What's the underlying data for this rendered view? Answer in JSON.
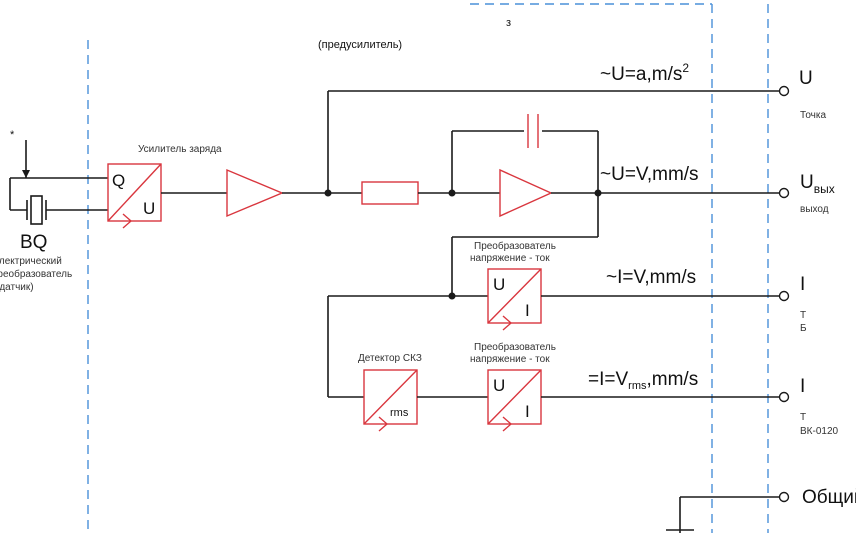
{
  "header": {
    "fragment": "(предусилитель)"
  },
  "sensor": {
    "id": "BQ",
    "desc": [
      "электрический",
      "преобразователь",
      "(датчик)"
    ],
    "asterisk": "*"
  },
  "charge_amp": {
    "label": "Усилитель заряда",
    "in": "Q",
    "out": "U"
  },
  "outputs": {
    "accel": "~U=a,m/s",
    "accel_sup": "2",
    "velocity": "~U=V,mm/s",
    "current": "~I=V,mm/s",
    "rms_prefix": "=I=V",
    "rms_sub": "rms",
    "rms_suffix": ",mm/s"
  },
  "converter1": {
    "label": [
      "Преобразователь",
      "напряжение - ток"
    ],
    "in": "U",
    "out": "I"
  },
  "converter2": {
    "label": [
      "Преобразователь",
      "напряжение - ток"
    ],
    "in": "U",
    "out": "I"
  },
  "rms_detector": {
    "label": "Детектор СКЗ",
    "text": "rms"
  },
  "right_terminals": {
    "accel": "U",
    "velocity_main": "U",
    "velocity_sub": "вых",
    "current": "I",
    "rms": "I",
    "common": "Общий",
    "cut_notes": [
      "Точка",
      "выход",
      "I",
      "Т",
      "Б",
      "Т",
      "ВК-0120"
    ]
  }
}
